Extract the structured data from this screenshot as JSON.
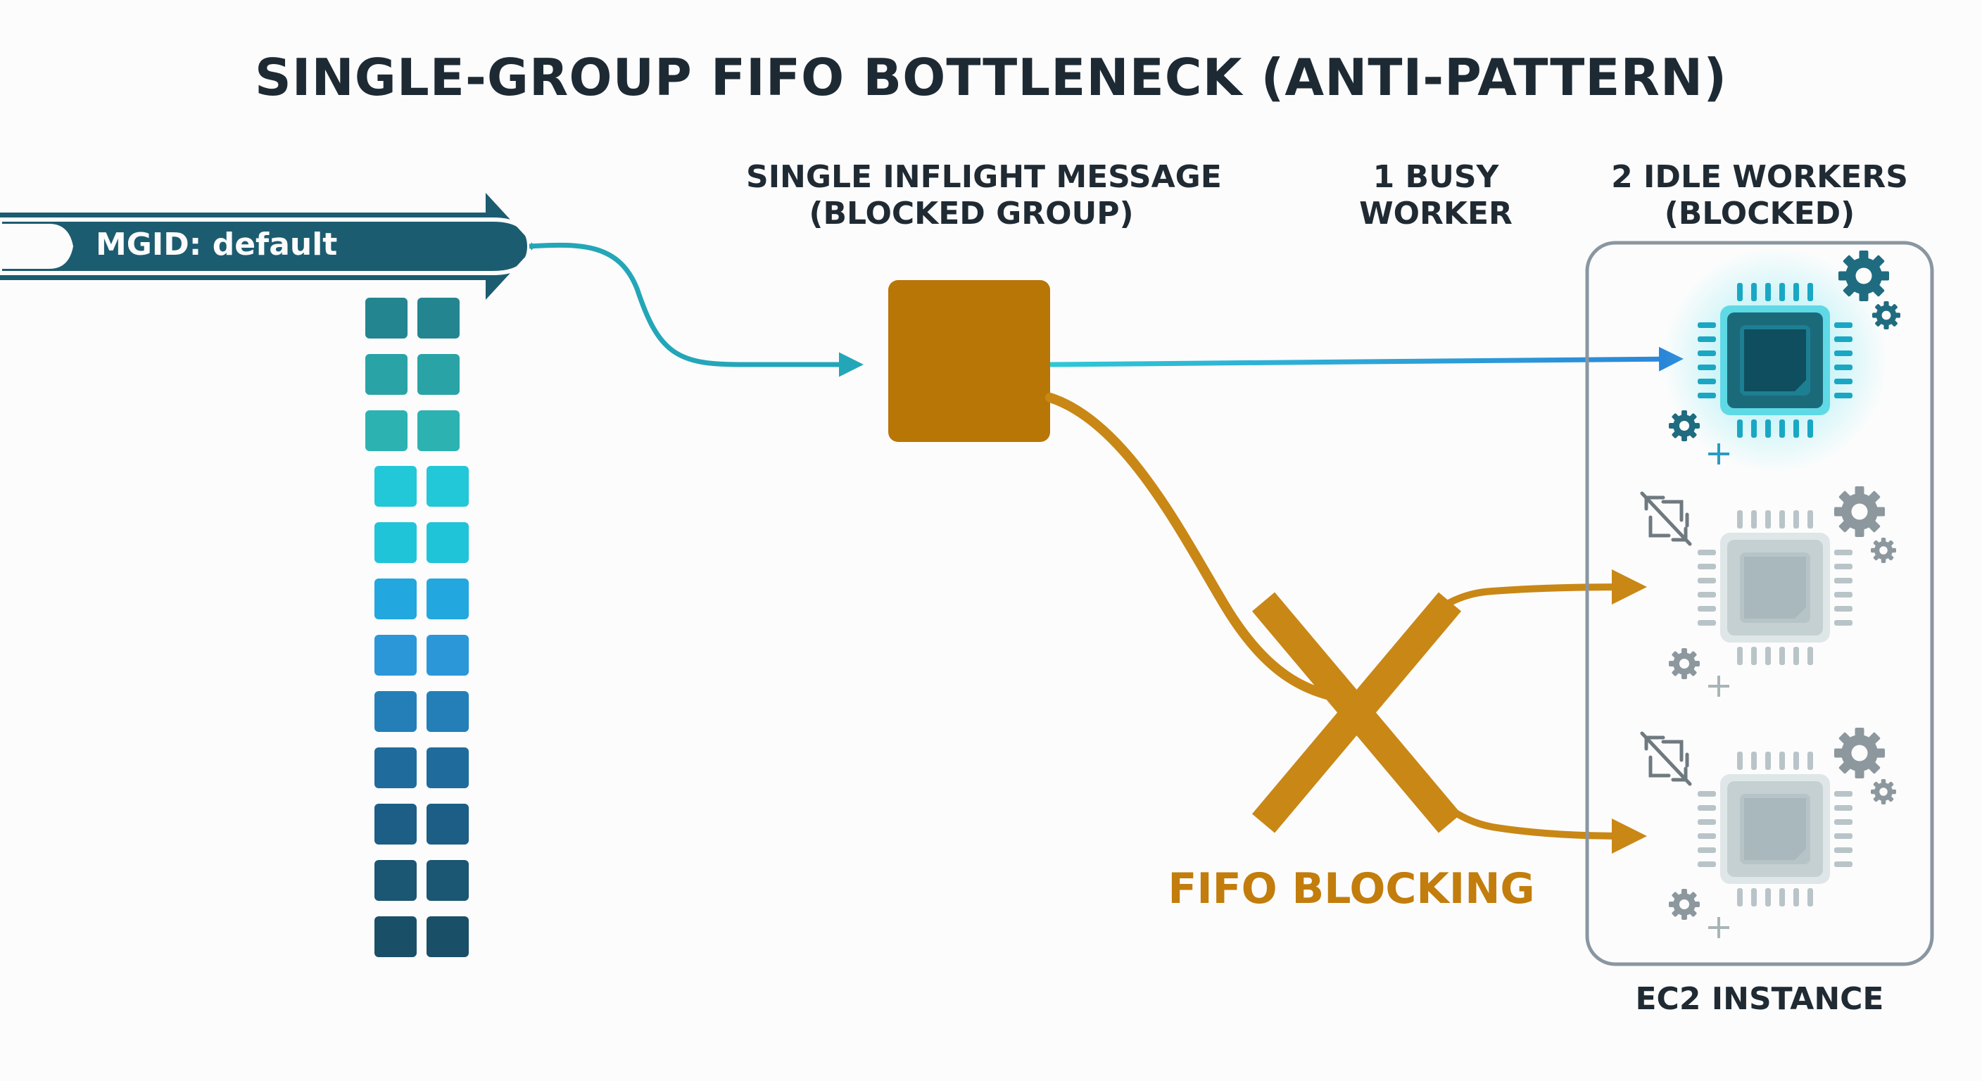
{
  "title": "SINGLE-GROUP FIFO BOTTLENECK (ANTI-PATTERN)",
  "queue": {
    "label": "MGID: default"
  },
  "labels": {
    "inflight_line1": "SINGLE INFLIGHT MESSAGE",
    "inflight_line2": "(BLOCKED GROUP)",
    "busy_line1": "1 BUSY",
    "busy_line2": "WORKER",
    "idle_line1": "2 IDLE WORKERS",
    "idle_line2": "(BLOCKED)",
    "fifo_blocking": "FIFO BLOCKING",
    "ec2_instance": "EC2 INSTANCE"
  },
  "workers": [
    {
      "state": "busy",
      "icon": "cpu-chip-icon"
    },
    {
      "state": "idle",
      "icon": "cpu-chip-icon",
      "badge": "no-link-icon"
    },
    {
      "state": "idle",
      "icon": "cpu-chip-icon",
      "badge": "no-link-icon"
    }
  ],
  "colors": {
    "queue_band": "#1c5c70",
    "inflight_message": "#b87606",
    "blocking": "#c98716",
    "busy_flow": "#2aa3d8",
    "busy_chip": "#1b6a7a",
    "idle_chip": "#a9b8bc",
    "gear": "#1f6b80"
  }
}
